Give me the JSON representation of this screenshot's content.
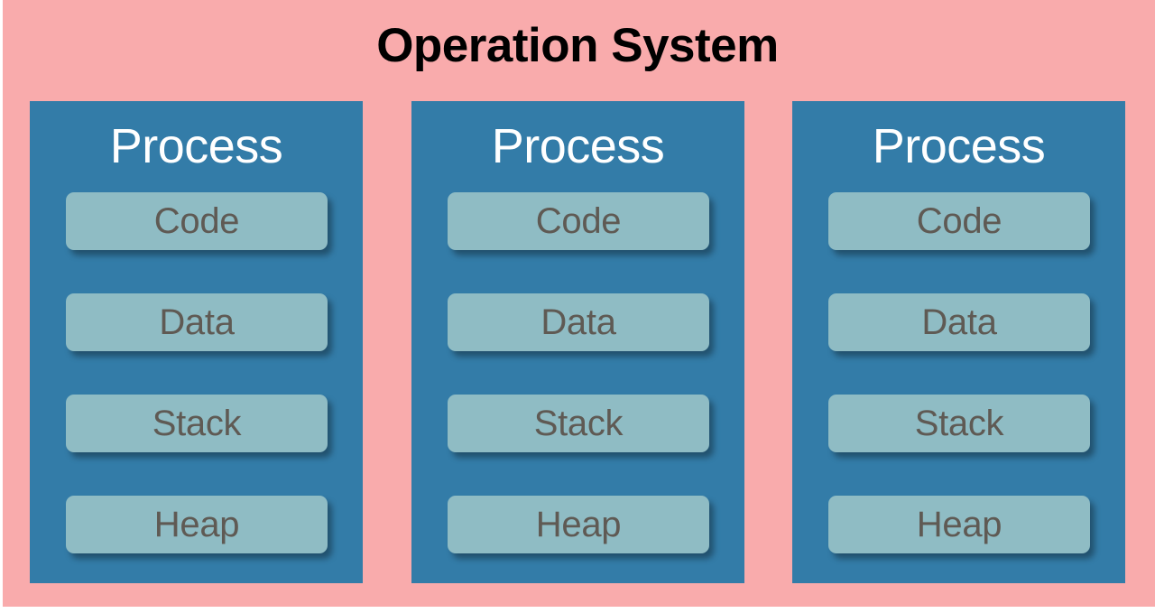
{
  "slide": {
    "title": "Operation System",
    "background_color": "#f9abac",
    "title_color": "#000000",
    "page_color": "#ffffff"
  },
  "theme": {
    "process_box_color": "#337ca8",
    "process_heading_color": "#ffffff",
    "segment_box_color": "#8fbcc4",
    "segment_label_color": "#5f5a54"
  },
  "processes": [
    {
      "heading": "Process",
      "segments": [
        {
          "label": "Code"
        },
        {
          "label": "Data"
        },
        {
          "label": "Stack"
        },
        {
          "label": "Heap"
        }
      ]
    },
    {
      "heading": "Process",
      "segments": [
        {
          "label": "Code"
        },
        {
          "label": "Data"
        },
        {
          "label": "Stack"
        },
        {
          "label": "Heap"
        }
      ]
    },
    {
      "heading": "Process",
      "segments": [
        {
          "label": "Code"
        },
        {
          "label": "Data"
        },
        {
          "label": "Stack"
        },
        {
          "label": "Heap"
        }
      ]
    }
  ]
}
